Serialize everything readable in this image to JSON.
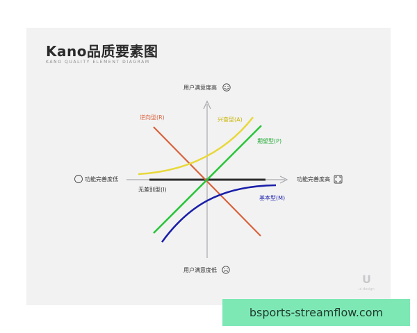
{
  "header": {
    "title": "Kano品质要素图",
    "subtitle": "KANO QUALITY ELEMENT DIAGRAM"
  },
  "axes": {
    "top": "用户满意度高",
    "bottom": "用户满意度低",
    "left": "功能完善度低",
    "right": "功能完善度高"
  },
  "curves": {
    "reverse": {
      "label": "逆向型(R)",
      "color": "#d9623b"
    },
    "attractive": {
      "label": "兴奋型(A)",
      "color": "#e8d83a"
    },
    "performance": {
      "label": "期望型(P)",
      "color": "#2ac53a"
    },
    "indifferent": {
      "label": "无差别型(I)",
      "color": "#2b2b2b"
    },
    "must_be": {
      "label": "基本型(M)",
      "color": "#1a1fa8"
    }
  },
  "icons": {
    "top": "smile-icon",
    "bottom": "frown-icon",
    "left": "empty-circle-icon",
    "right": "full-frame-icon"
  },
  "watermark": {
    "logo": "U",
    "text": "ui design"
  },
  "banner": {
    "text": "bsports-streamflow.com"
  }
}
